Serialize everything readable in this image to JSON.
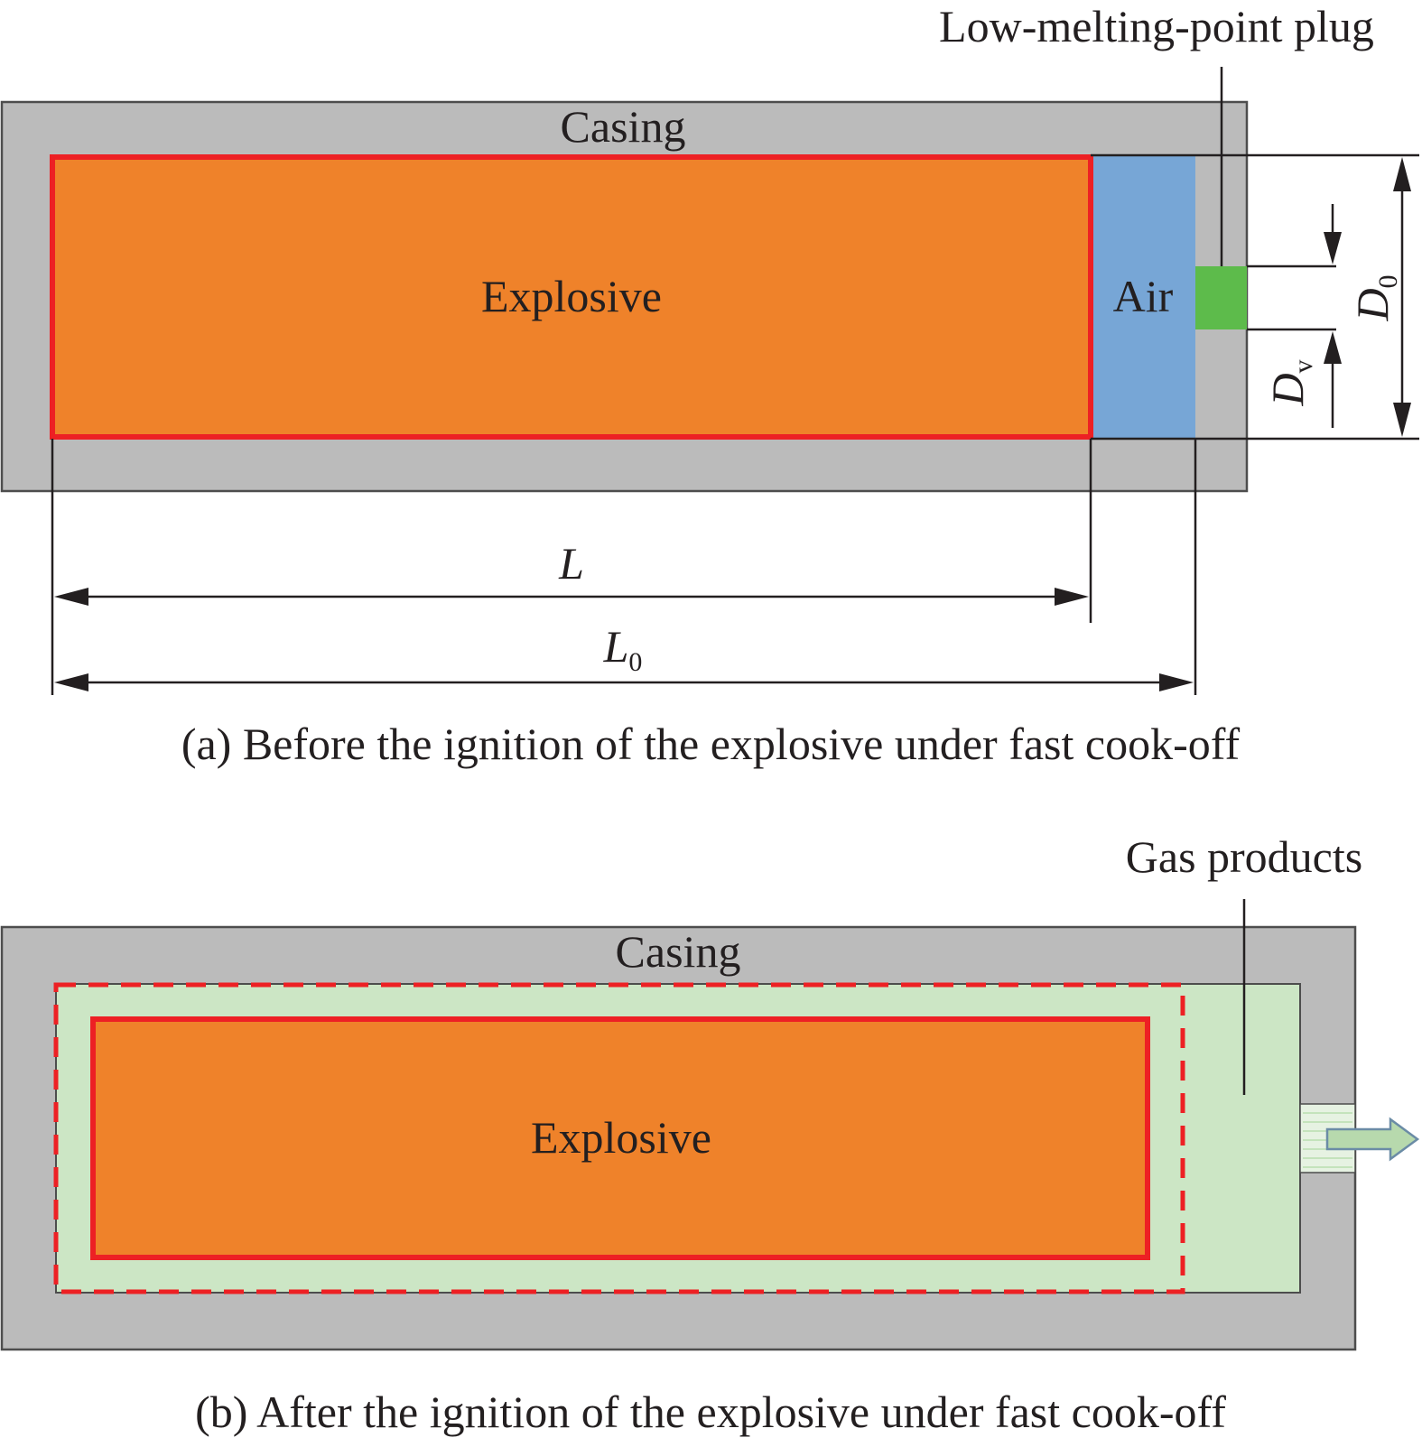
{
  "panel_a": {
    "plug_label": "Low-melting-point plug",
    "casing_label": "Casing",
    "explosive_label": "Explosive",
    "air_label": "Air",
    "dim_L": "L",
    "dim_L0_main": "L",
    "dim_L0_sub": "0",
    "dim_D0_main": "D",
    "dim_D0_sub": "0",
    "dim_Dv_main": "D",
    "dim_Dv_sub": "v",
    "caption": "(a) Before the ignition of the explosive under fast cook-off"
  },
  "panel_b": {
    "gas_label": "Gas products",
    "casing_label": "Casing",
    "explosive_label": "Explosive",
    "caption": "(b) After the ignition of the explosive under fast cook-off"
  },
  "colors": {
    "casing": "#bbbbbb",
    "explosive": "#ef822a",
    "explosive_border": "#ed2024",
    "air": "#77a6d6",
    "plug": "#5dbb4b",
    "gas": "#cce6c5",
    "outline": "#4d4d4d",
    "text": "#231f20"
  }
}
